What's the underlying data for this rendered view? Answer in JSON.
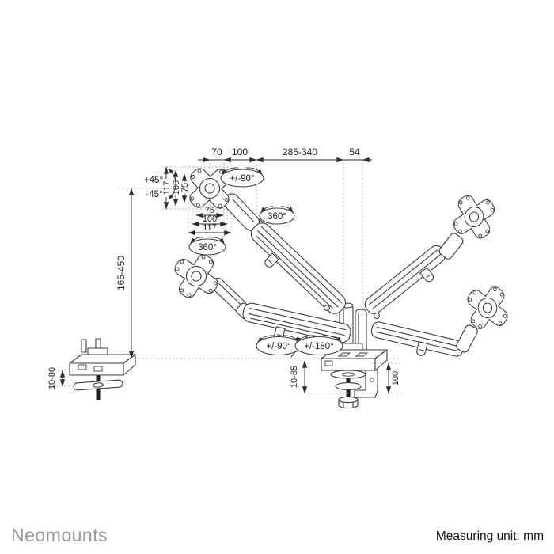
{
  "page": {
    "background": "#ffffff"
  },
  "colors": {
    "drawing_line": "#3d3d3d",
    "dimension_line": "#2e2e2e",
    "reference_dotted": "#b8b8b8",
    "label_text": "#1f1f1f",
    "brand_text": "#9a9a9a",
    "hardware_dark": "#1c1c1c"
  },
  "footer": {
    "brand": "Neomounts",
    "unit_note": "Measuring unit: mm"
  },
  "dimensions": {
    "top_chain": {
      "arm_offset": "70",
      "link_length": "100",
      "arm_reach": "285-340",
      "pole_offset": "54"
    },
    "vesa_vertical": {
      "outer": "117",
      "mid": "100",
      "inner": "75"
    },
    "vesa_horizontal": {
      "inner": "75",
      "mid": "100",
      "outer": "117"
    },
    "height_range": "165-450",
    "grommet_thickness": "10-80",
    "clamp_thickness": "10-85",
    "clamp_height": "100"
  },
  "angles": {
    "tilt_up": "+45°",
    "tilt_down": "-45°",
    "vesa_rotation": "360°",
    "arm_rotation": "360°",
    "vesa_swivel": "+/-90°",
    "arm_swivel": "+/-90°",
    "pole_swivel": "+/-180°"
  }
}
